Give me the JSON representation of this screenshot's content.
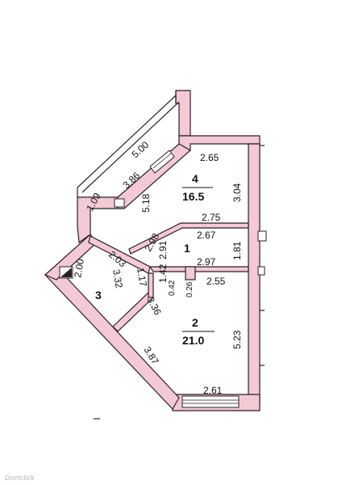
{
  "plan": {
    "colors": {
      "wall": "#f3c9d6",
      "line": "#2a1f25",
      "text": "#111111"
    },
    "rooms": [
      {
        "number": "4",
        "area": "16.5"
      },
      {
        "number": "1",
        "area": ""
      },
      {
        "number": "3",
        "area": ""
      },
      {
        "number": "2",
        "area": "21.0"
      }
    ],
    "dimensions": [
      "5.00",
      "3.86",
      "1.09",
      "2.65",
      "5.18",
      "3.04",
      "2.75",
      "2.98",
      "2.67",
      "2.91",
      "2.03",
      "1.81",
      "2.00",
      "3.32",
      "2.97",
      "1.17",
      "1.42",
      "0.42",
      "0.26",
      "2.55",
      "3.36",
      "5.23",
      "3.87",
      "2.61"
    ]
  },
  "watermark": {
    "text": "Domclick"
  }
}
